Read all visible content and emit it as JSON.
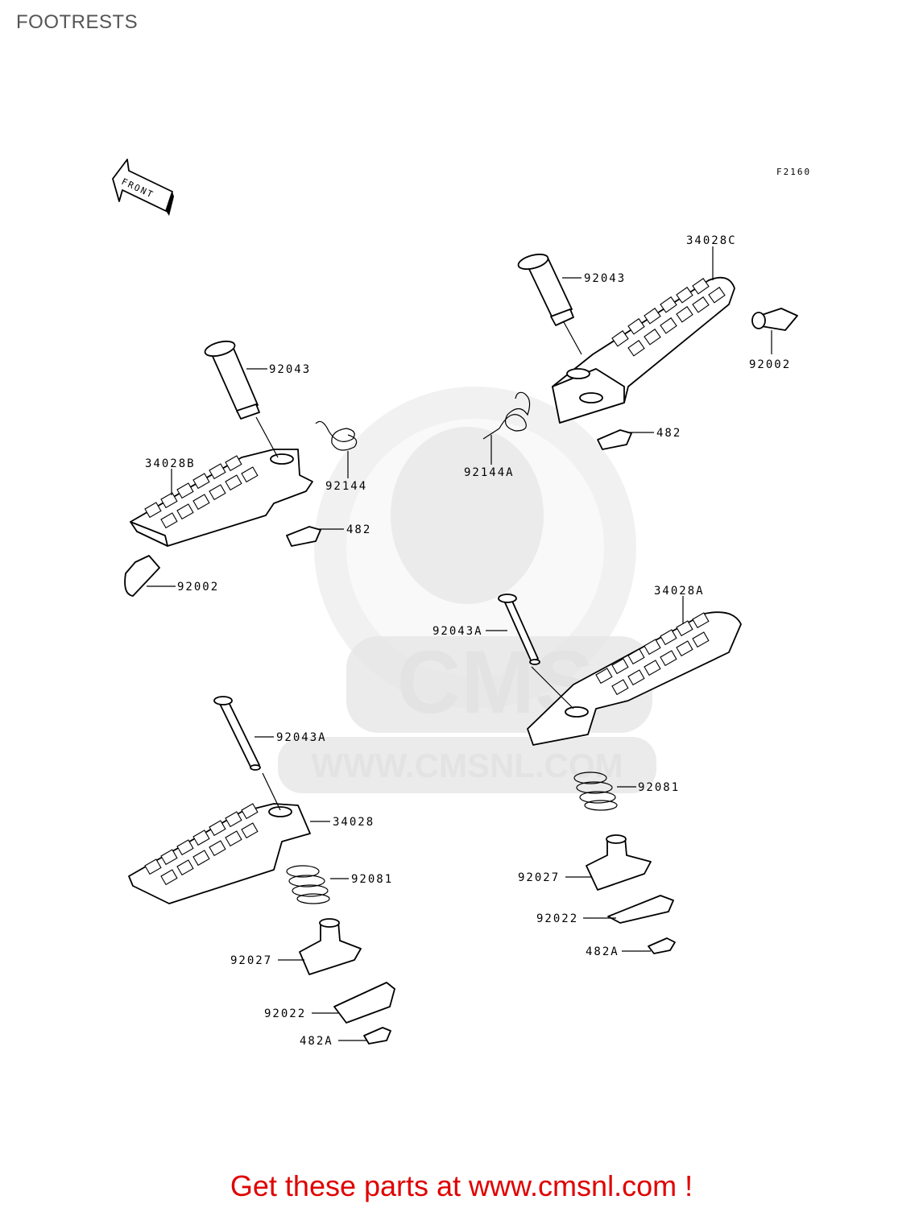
{
  "page": {
    "title": "FOOTRESTS",
    "figure_code": "F2160",
    "front_arrow_label": "FRONT",
    "footer": "Get these parts at www.cmsnl.com !"
  },
  "watermark": {
    "logo_text": "CMS",
    "url_text": "WWW.CMSNL.COM"
  },
  "callouts": {
    "c1": "34028C",
    "c2": "92043",
    "c3": "92002",
    "c4": "482",
    "c5": "92144A",
    "c6": "92043",
    "c7": "92144",
    "c8": "34028B",
    "c9": "482",
    "c10": "92002",
    "c11": "34028A",
    "c12": "92043A",
    "c13": "92043A",
    "c14": "34028",
    "c15": "92081",
    "c16": "92081",
    "c17": "92027",
    "c18": "92022",
    "c19": "482A",
    "c20": "92027",
    "c21": "92022",
    "c22": "482A"
  },
  "colors": {
    "footer_text": "#e00000",
    "title_text": "#555555",
    "watermark": "#e6e6e6"
  }
}
